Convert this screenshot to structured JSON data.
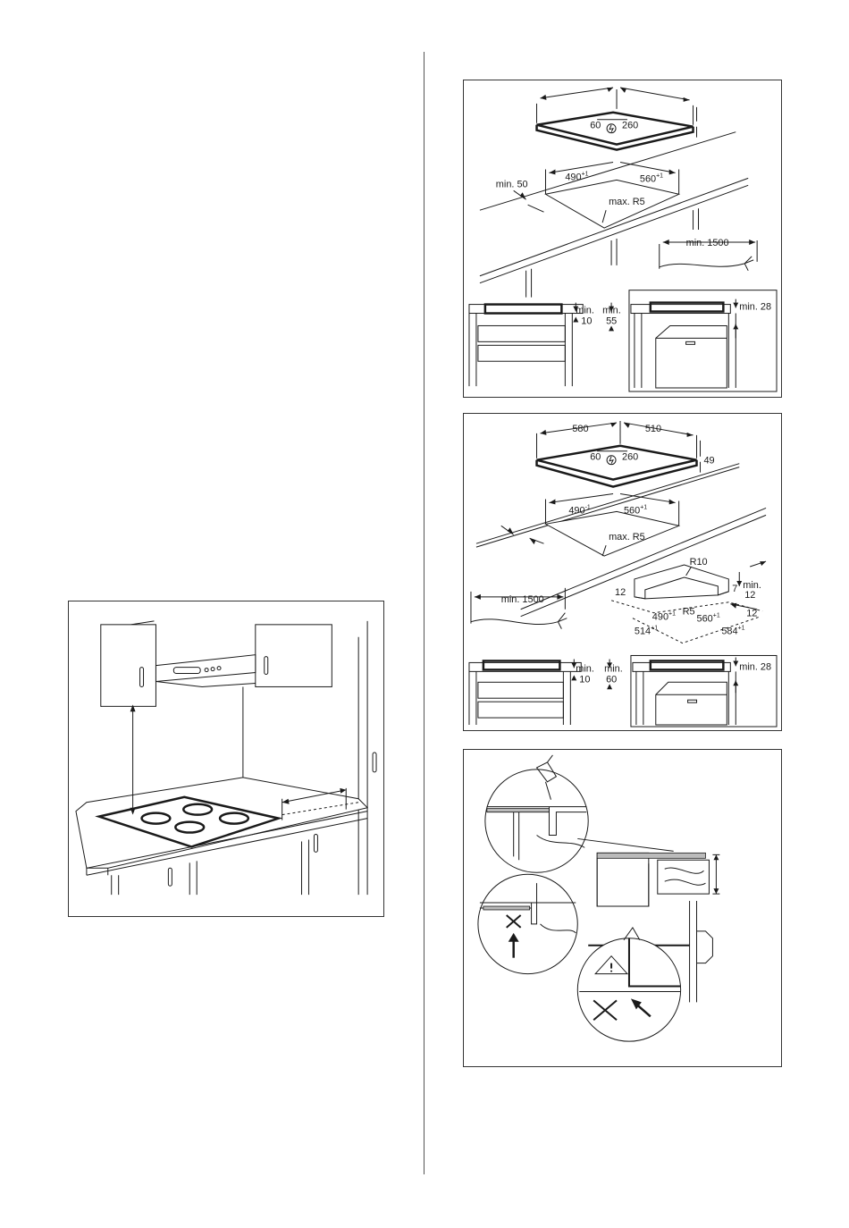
{
  "figures": {
    "cutout_a": {
      "hob_width": "60",
      "hob_depth": "260",
      "cutout_depth": "490",
      "cutout_depth_tol": "+1",
      "cutout_width": "560",
      "cutout_width_tol": "+1",
      "edge_distance": "min. 50",
      "corner_radius": "max. R5",
      "cable_length": "min. 1500",
      "gap_front": "min.",
      "gap_front_value": "10",
      "gap_depth": "min.",
      "gap_depth_value": "55",
      "gap_oven": "min. 28"
    },
    "cutout_b": {
      "overall_width": "580",
      "overall_depth": "510",
      "hob_width": "60",
      "hob_depth": "260",
      "height": "49",
      "cutout_depth": "490",
      "cutout_depth_tol": "-1",
      "cutout_width": "560",
      "cutout_width_tol": "+1",
      "corner_radius": "max. R5",
      "frame_radius": "R10",
      "frame_inner_radius": "R5",
      "frame_edge": "12",
      "frame_side": "12",
      "frame_side_b": "12",
      "frame_depth": "7",
      "frame_min": "min.",
      "frame_inner_depth": "490",
      "frame_inner_depth_tol": "+1",
      "frame_inner_width": "560",
      "frame_inner_width_tol": "+1",
      "frame_outer_depth": "514",
      "frame_outer_depth_tol": "+1",
      "frame_outer_width": "584",
      "frame_outer_width_tol": "+1",
      "cable_length": "min. 1500",
      "gap_front": "min.",
      "gap_front_value": "10",
      "gap_depth": "min.",
      "gap_depth_value": "60",
      "gap_oven": "min. 28"
    }
  },
  "icons": [
    "warning-icon",
    "power-supply-icon",
    "sealant-gun-icon",
    "cross-icon",
    "arrow-icon"
  ]
}
